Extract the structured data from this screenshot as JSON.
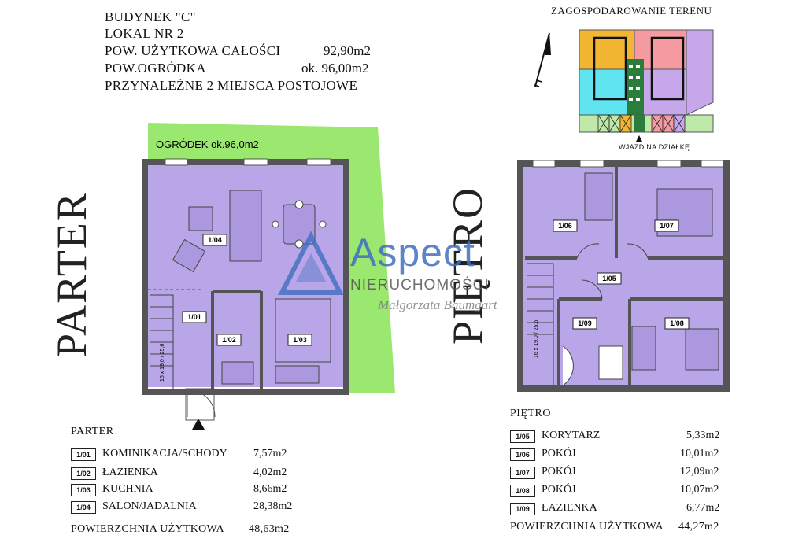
{
  "header": {
    "building": "BUDYNEK \"C\"",
    "unit": "LOKAL NR 2",
    "usable_area_label": "POW. UŻYTKOWA CAŁOŚCI",
    "usable_area_value": "92,90m2",
    "garden_area_label": "POW.OGRÓDKA",
    "garden_area_value": "ok. 96,00m2",
    "parking": "PRZYNALEŻNE 2 MIEJSCA POSTOJOWE"
  },
  "site_plan": {
    "title": "ZAGOSPODAROWANIE TERENU",
    "entry_label": "WJAZD NA DZIAŁKĘ"
  },
  "ground_floor": {
    "vertical_label": "PARTER",
    "garden_label": "OGRÓDEK  ok.96,0m2",
    "stairs_note": "16 x 19,0 / 25,6",
    "room_tags": [
      "1/04",
      "1/01",
      "1/02",
      "1/03"
    ],
    "legend_title": "PARTER",
    "rooms": [
      {
        "code": "1/01",
        "name": "KOMINIKACJA/SCHODY",
        "area": "7,57m2"
      },
      {
        "code": "1/02",
        "name": "ŁAZIENKA",
        "area": "4,02m2"
      },
      {
        "code": "1/03",
        "name": "KUCHNIA",
        "area": "8,66m2"
      },
      {
        "code": "1/04",
        "name": "SALON/JADALNIA",
        "area": "28,38m2"
      }
    ],
    "total_label": "POWIERZCHNIA UŻYTKOWA",
    "total_value": "48,63m2"
  },
  "upper_floor": {
    "vertical_label": "PIĘTRO",
    "stairs_note": "16 x 19,0 / 25,6",
    "room_tags": [
      "1/06",
      "1/07",
      "1/05",
      "1/09",
      "1/08"
    ],
    "legend_title": "PIĘTRO",
    "rooms": [
      {
        "code": "1/05",
        "name": "KORYTARZ",
        "area": "5,33m2"
      },
      {
        "code": "1/06",
        "name": "POKÓJ",
        "area": "10,01m2"
      },
      {
        "code": "1/07",
        "name": "POKÓJ",
        "area": "12,09m2"
      },
      {
        "code": "1/08",
        "name": "POKÓJ",
        "area": "10,07m2"
      },
      {
        "code": "1/09",
        "name": "ŁAZIENKA",
        "area": "6,77m2"
      }
    ],
    "total_label": "POWIERZCHNIA UŻYTKOWA",
    "total_value": "44,27m2"
  },
  "watermark": {
    "brand": "Aspect",
    "subtitle": "NIERUCHOMOŚCI",
    "signature": "Małgorzata Baumgart"
  },
  "colors": {
    "room_fill": "#b8a6e8",
    "garden_fill": "#9be870",
    "wall": "#555555",
    "watermark": "#3f6fc0"
  }
}
